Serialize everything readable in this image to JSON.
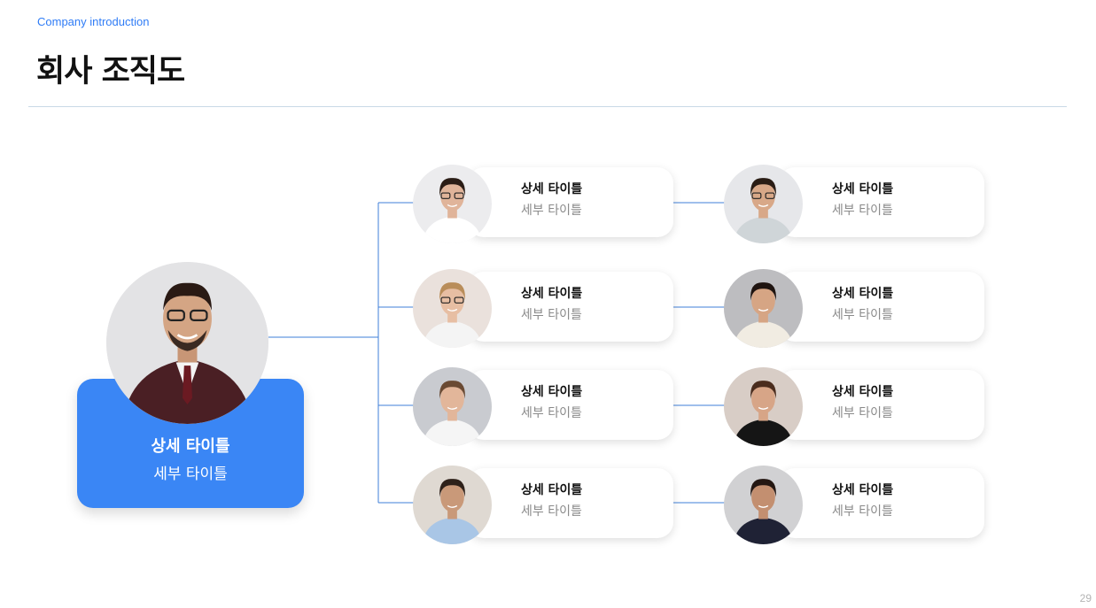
{
  "header": {
    "eyebrow": "Company introduction",
    "title": "회사 조직도"
  },
  "page_number": "29",
  "leader": {
    "title": "상세 타이틀",
    "subtitle": "세부 타이틀",
    "photo": "man-glasses-suit-photo"
  },
  "members": [
    {
      "title": "상세 타이틀",
      "subtitle": "세부 타이틀",
      "photo": "woman-glasses-white-shirt"
    },
    {
      "title": "상세 타이틀",
      "subtitle": "세부 타이틀",
      "photo": "man-glasses-phone"
    },
    {
      "title": "상세 타이틀",
      "subtitle": "세부 타이틀",
      "photo": "woman-glasses-blonde"
    },
    {
      "title": "상세 타이틀",
      "subtitle": "세부 타이틀",
      "photo": "woman-dark-hair-blouse"
    },
    {
      "title": "상세 타이틀",
      "subtitle": "세부 타이틀",
      "photo": "woman-arms-crossed-white"
    },
    {
      "title": "상세 타이틀",
      "subtitle": "세부 타이틀",
      "photo": "woman-black-top"
    },
    {
      "title": "상세 타이틀",
      "subtitle": "세부 타이틀",
      "photo": "man-beard-blue-shirt"
    },
    {
      "title": "상세 타이틀",
      "subtitle": "세부 타이틀",
      "photo": "man-beard-dark-jacket"
    }
  ],
  "colors": {
    "accent": "#3a86f5",
    "connector": "#3f7fd8",
    "eyebrow": "#2f7cf6"
  }
}
